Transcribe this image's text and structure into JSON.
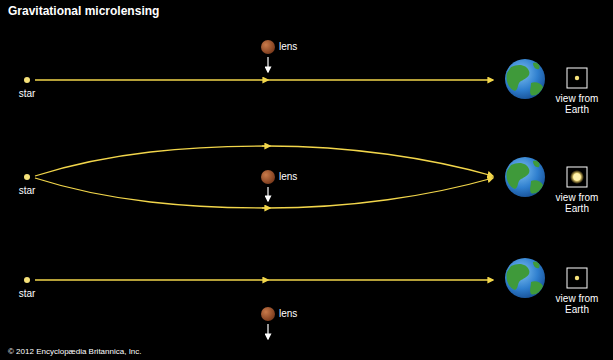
{
  "diagram": {
    "title": "Gravitational microlensing",
    "labels": [
      "star",
      "lens",
      "view from Earth",
      "star",
      "lens",
      "view from Earth",
      "star",
      "lens",
      "view from Earth",
      "© 2012 Encyclopædia Britannica, Inc."
    ]
  }
}
